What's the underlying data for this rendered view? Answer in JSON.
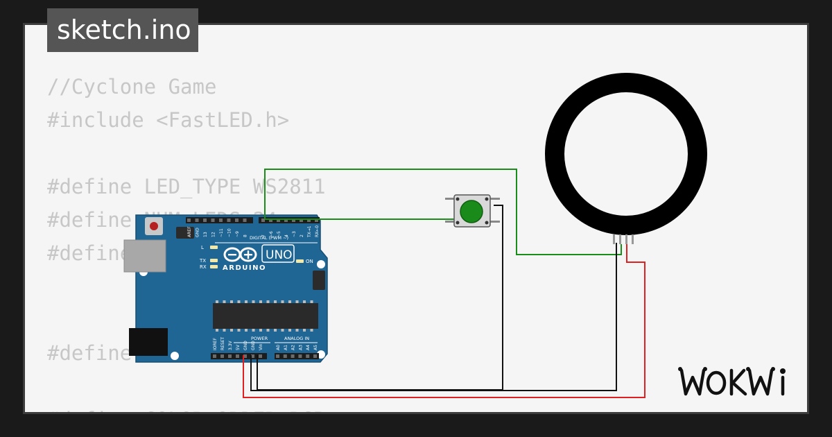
{
  "editor": {
    "tab_label": "sketch.ino",
    "code_lines": [
      "//Cyclone Game",
      "#include <FastLED.h>",
      "",
      "#define LED_TYPE WS2811",
      "#define NUM_LEDS 24",
      "#define",
      "",
      "",
      "#define",
      "",
      "#define COLOR_ORDER RGB"
    ]
  },
  "board": {
    "brand": "ARDUINO",
    "model": "UNO",
    "header_top": {
      "digital_label": "DIGITAL (PWM ~)",
      "pins": [
        "AREF",
        "GND",
        "13",
        "12",
        "~11",
        "~10",
        "~9",
        "8",
        "7",
        "~6",
        "~5",
        "4",
        "~3",
        "2",
        "TX→1",
        "RX←0"
      ]
    },
    "indicators": [
      "L",
      "TX",
      "RX",
      "ON"
    ],
    "header_bottom": {
      "power_label": "POWER",
      "analog_label": "ANALOG IN",
      "power_pins": [
        "IOREF",
        "RESET",
        "3.3V",
        "5V",
        "GND",
        "GND",
        "Vin"
      ],
      "analog_pins": [
        "A0",
        "A1",
        "A2",
        "A3",
        "A4",
        "A5"
      ]
    }
  },
  "parts": [
    "pushbutton-green",
    "neopixel-ring"
  ],
  "colors": {
    "background": "#1a1a1a",
    "canvas": "#f5f5f5",
    "tab": "#555555",
    "board_blue": "#1f6695",
    "button_green": "#1a8a1a",
    "wire_green": "#1a8c1a",
    "wire_red": "#e02020",
    "wire_black": "#111111",
    "ring": "#000000"
  },
  "brand_logo": "WOKWI"
}
